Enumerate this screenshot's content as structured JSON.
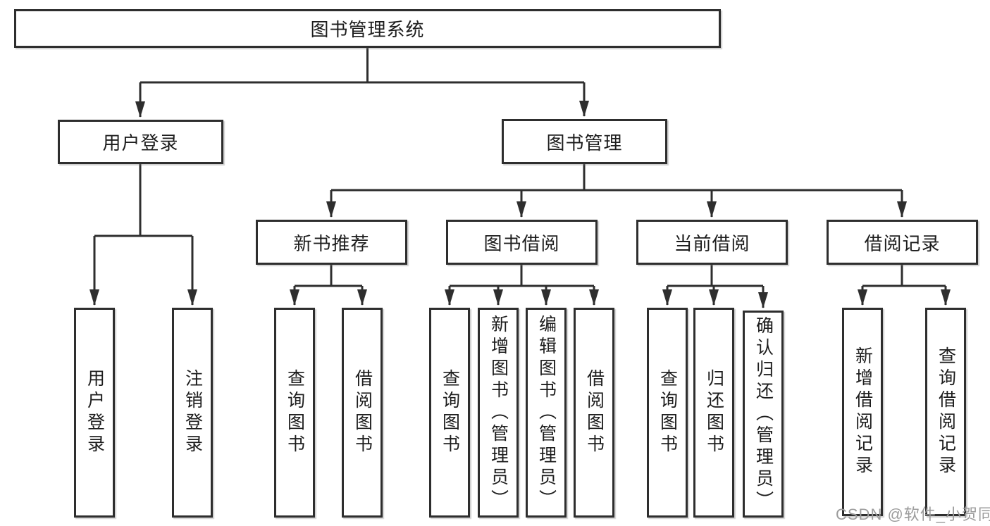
{
  "diagram": {
    "root": {
      "label": "图书管理系统"
    },
    "branches": [
      {
        "label": "用户登录",
        "children": [
          {
            "label": "用户登录"
          },
          {
            "label": "注销登录"
          }
        ]
      },
      {
        "label": "图书管理",
        "children": [
          {
            "label": "新书推荐",
            "children": [
              {
                "label": "查询图书"
              },
              {
                "label": "借阅图书"
              }
            ]
          },
          {
            "label": "图书借阅",
            "children": [
              {
                "label": "查询图书"
              },
              {
                "label": "新增图书（管理员）"
              },
              {
                "label": "编辑图书（管理员）"
              },
              {
                "label": "借阅图书"
              }
            ]
          },
          {
            "label": "当前借阅",
            "children": [
              {
                "label": "查询图书"
              },
              {
                "label": "归还图书"
              },
              {
                "label": "确认归还（管理员）"
              }
            ]
          },
          {
            "label": "借阅记录",
            "children": [
              {
                "label": "新增借阅记录"
              },
              {
                "label": "查询借阅记录"
              }
            ]
          }
        ]
      }
    ]
  },
  "watermark": {
    "text": "CSDN @软件_小贺同学"
  },
  "colors": {
    "line": "#2e2e2e",
    "text": "#1d1d1d",
    "watermark": "#9c9c9c",
    "background": "#ffffff"
  }
}
